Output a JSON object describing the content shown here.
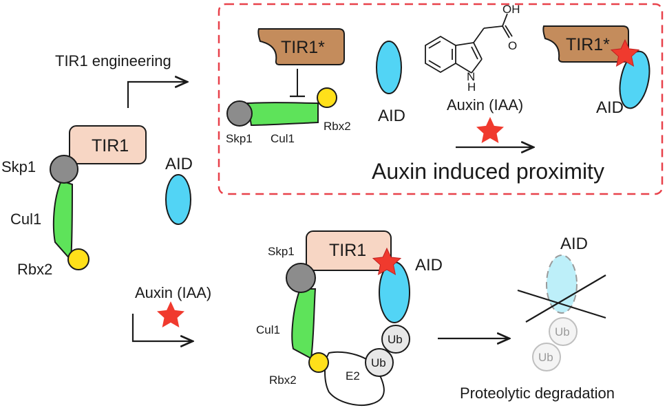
{
  "labels": {
    "tir1_engineering": "TIR1 engineering",
    "tir1": "TIR1",
    "tir1_star": "TIR1*",
    "skp1": "Skp1",
    "cul1": "Cul1",
    "rbx2": "Rbx2",
    "aid": "AID",
    "auxin_iaa": "Auxin (IAA)",
    "oh": "OH",
    "o": "O",
    "n": "N",
    "h": "H",
    "auxin_induced_proximity": "Auxin induced proximity",
    "ub": "Ub",
    "e2": "E2",
    "proteolytic_degradation": "Proteolytic degradation"
  },
  "colors": {
    "tir1_fill": "#f7d6c4",
    "tir1_star_fill": "#c48c5c",
    "skp1_fill": "#8c8c8c",
    "cul1_fill": "#5ee35a",
    "rbx2_fill": "#ffe01a",
    "aid_fill": "#52d4f5",
    "star_fill": "#f03a2e",
    "ub_fill": "#e8e8e8",
    "dashed_box": "#e8414a"
  }
}
